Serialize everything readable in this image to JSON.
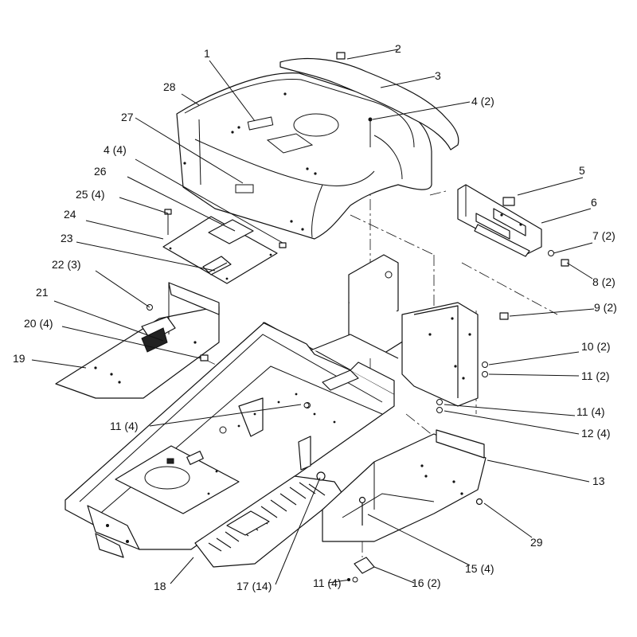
{
  "labels": [
    "1",
    "2",
    "3",
    "4 (2)",
    "5",
    "6",
    "7 (2)",
    "8 (2)",
    "9 (2)",
    "10 (2)",
    "11 (2)",
    "11 (4)",
    "12 (4)",
    "13",
    "29",
    "15 (4)",
    "16 (2)",
    "11 (4)",
    "17 (14)",
    "18",
    "11 (4)",
    "19",
    "20 (4)",
    "21",
    "22 (3)",
    "23",
    "24",
    "25 (4)",
    "26",
    "4 (4)",
    "27",
    "28"
  ]
}
